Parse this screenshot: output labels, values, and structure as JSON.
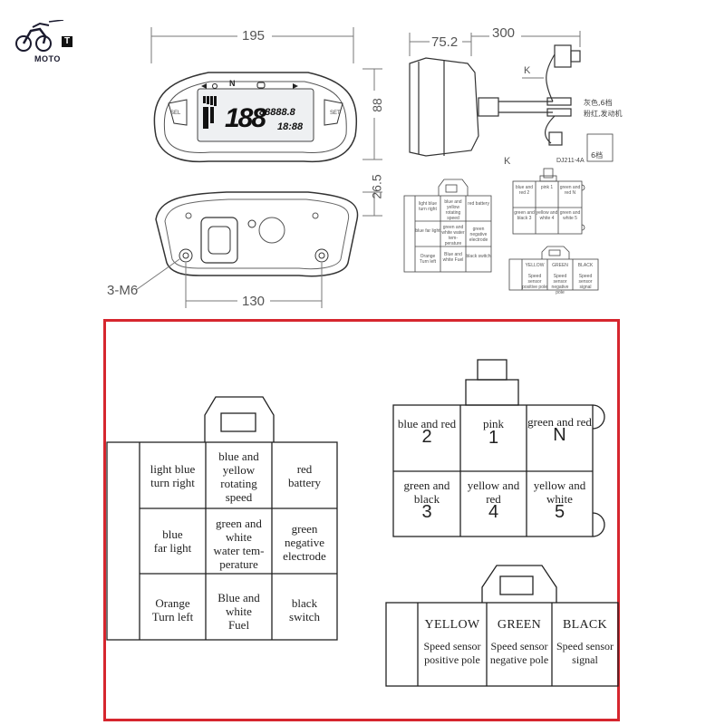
{
  "brand": {
    "logo_text": "MOTO",
    "logo_badge": "T"
  },
  "dimensions": {
    "width": "195",
    "height": "88",
    "depth": "75.2",
    "cable": "300",
    "mount_offset": "26.5",
    "mount_spacing": "130",
    "screw": "3-M6",
    "k_label": "K",
    "k_label_2": "K"
  },
  "gauge": {
    "left_button": "SEL",
    "right_button": "SET",
    "neutral": "N",
    "big_digits": "188",
    "odo_digits": "88888.8",
    "small_digits": "18:88"
  },
  "cable_notes": {
    "line1": "灰色,6档",
    "line2": "粉红,发动机"
  },
  "connector_codes": {
    "code": "DJ211-4A",
    "six_pin": "6档"
  },
  "small_six_pin": [
    [
      "light blue turn right",
      "blue and yellow rotating speed",
      "red battery"
    ],
    [
      "blue far light",
      "green and white water tem-perature",
      "green negative electrode"
    ],
    [
      "Orange Turn left",
      "Blue and white Fuel",
      "black switch"
    ]
  ],
  "small_four_pin": [
    [
      "blue and red 2",
      "pink 1",
      "green and red N"
    ],
    [
      "green and black 3",
      "yellow and white 4",
      "green and white 5"
    ]
  ],
  "small_sensor": [
    "YELLOW",
    "GREEN",
    "BLACK",
    "Speed sensor positive pole",
    "Speed sensor negative pole",
    "Speed sensor signal"
  ],
  "six_pin_connector": {
    "rows": [
      [
        {
          "name": "light blue",
          "func": "turn right"
        },
        {
          "name": "blue and yellow",
          "func": "rotating speed"
        },
        {
          "name": "red",
          "func": "battery"
        }
      ],
      [
        {
          "name": "blue",
          "func": "far light"
        },
        {
          "name": "green and white",
          "func": "water tem-perature"
        },
        {
          "name": "green",
          "func": "negative electrode"
        }
      ],
      [
        {
          "name": "Orange",
          "func": "Turn left"
        },
        {
          "name": "Blue and white",
          "func": "Fuel"
        },
        {
          "name": "black",
          "func": "switch"
        }
      ]
    ]
  },
  "gear_connector": {
    "rows": [
      [
        {
          "color": "blue and red",
          "pin": "2"
        },
        {
          "color": "pink",
          "pin": "1"
        },
        {
          "color": "green and red",
          "pin": "N"
        }
      ],
      [
        {
          "color": "green and black",
          "pin": "3"
        },
        {
          "color": "yellow and red",
          "pin": "4"
        },
        {
          "color": "yellow and white",
          "pin": "5"
        }
      ]
    ]
  },
  "speed_sensor_connector": {
    "columns": [
      {
        "color": "YELLOW",
        "desc": "Speed sensor positive pole"
      },
      {
        "color": "GREEN",
        "desc": "Speed sensor negative pole"
      },
      {
        "color": "BLACK",
        "desc": "Speed sensor signal"
      }
    ]
  },
  "colors": {
    "highlight_frame": "#d6262e",
    "line": "#333333",
    "dim_line": "#777777"
  }
}
